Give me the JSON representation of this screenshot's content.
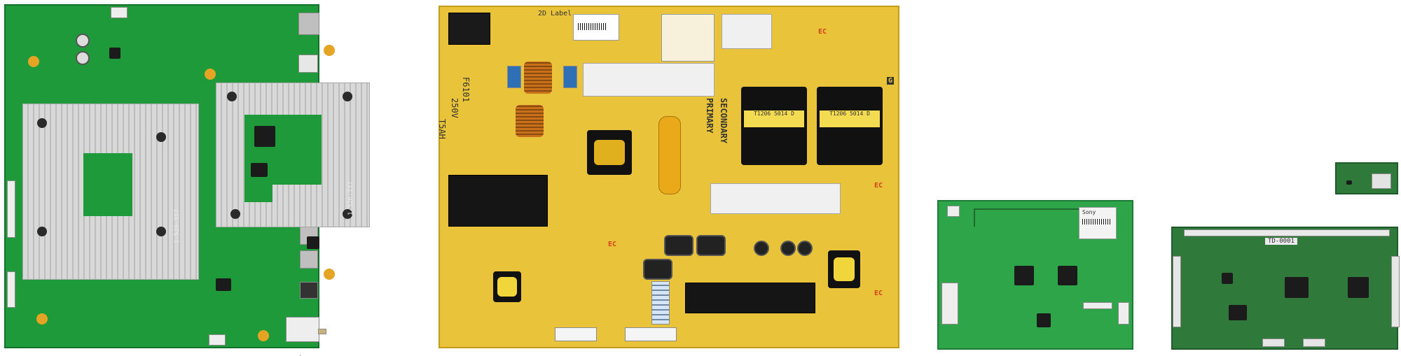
{
  "image": {
    "subject": "TV repair board kit",
    "colors": {
      "main_board_green": "#1f9a3a",
      "power_board_yellow": "#e9c43a",
      "tcon_green": "#2da548",
      "tcon_dark_green": "#2f7a3a",
      "heatsink_silver": "#d2d2d2",
      "background": "#ffffff"
    }
  },
  "main_board": {
    "silk_1": "1-526-337",
    "silk_2": "1-526-337"
  },
  "power_board": {
    "label_2d": "2D Label",
    "label_fuse_rating": "T5AH",
    "label_fuse_voltage": "250V",
    "label_fuse_id": "F6101",
    "label_primary": "PRIMARY",
    "label_secondary": "SECONDARY",
    "trafo_label_1": "T1206 5014 D",
    "trafo_label_2": "T1206 5014 D",
    "marker_ec": "EC",
    "marker_g": "G"
  },
  "tcon_board_1": {
    "label": "Sony"
  },
  "tcon_board_2": {
    "label": "TD-0001"
  }
}
